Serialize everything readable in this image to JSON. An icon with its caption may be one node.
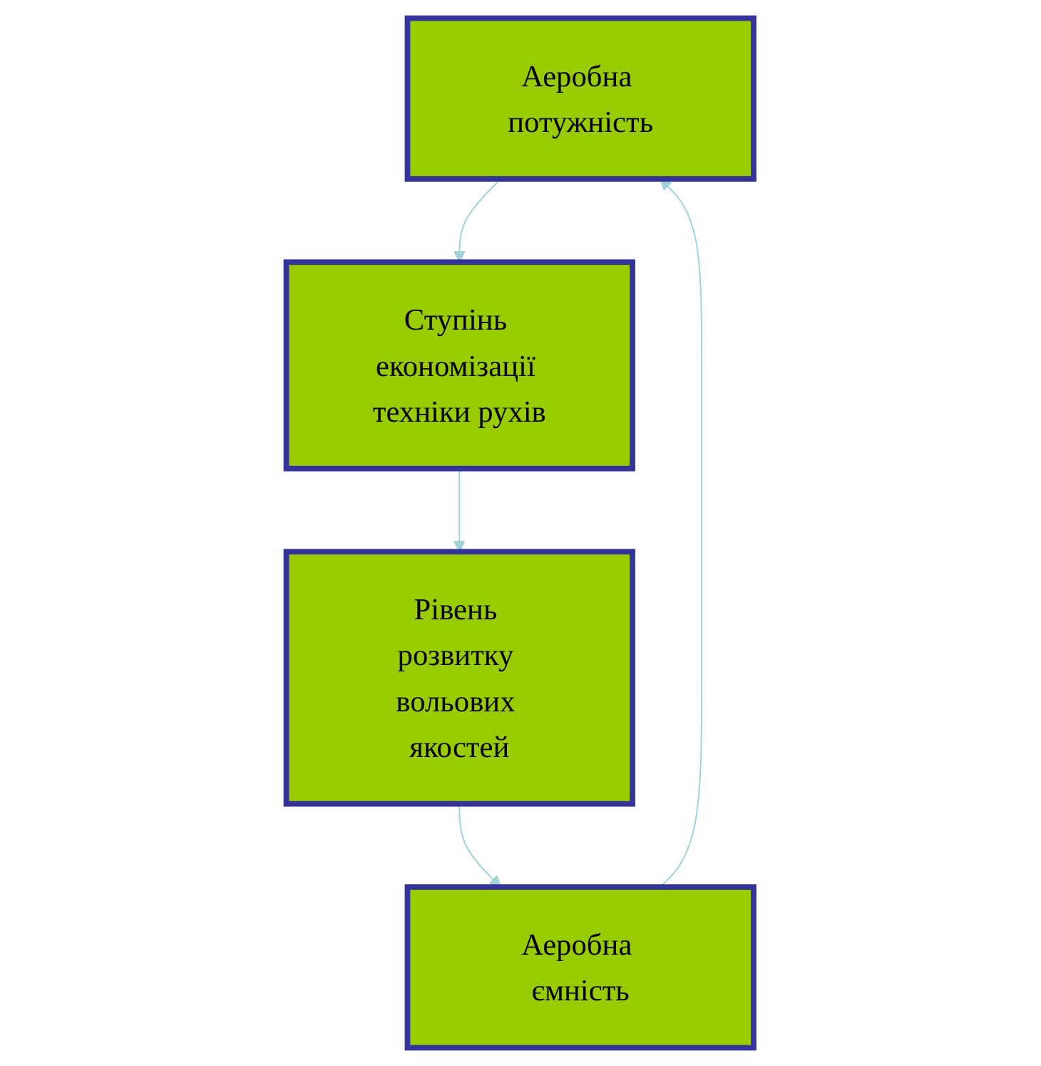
{
  "diagram": {
    "nodes": [
      {
        "text": [
          "Аеробна потужність"
        ]
      },
      {
        "text": [
          "Аеробна ємність"
        ]
      },
      {
        "text": [
          "Ступінь економізації техніки рухів"
        ]
      },
      {
        "text": [
          "Рівень розвитку вольових якостей"
        ]
      }
    ],
    "edges": [
      {
        "from": 1,
        "to": 0,
        "arrow": "to"
      },
      {
        "from": 0,
        "to": 2,
        "arrow": "to"
      },
      {
        "from": 2,
        "to": 3,
        "arrow": "to"
      },
      {
        "from": 3,
        "to": 1,
        "arrow": "to"
      }
    ]
  }
}
